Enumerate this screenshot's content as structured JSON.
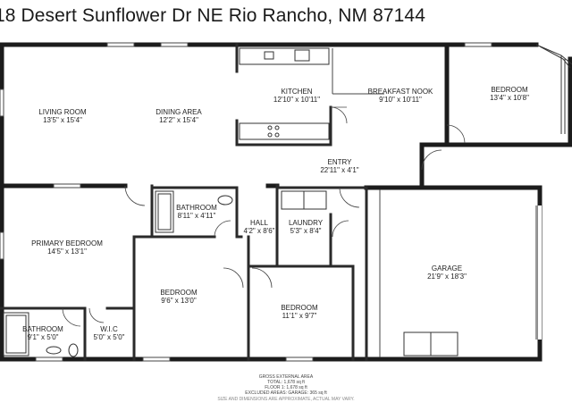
{
  "title": "18 Desert Sunflower Dr NE Rio Rancho, NM 87144",
  "rooms": {
    "living_room": {
      "name": "LIVING ROOM",
      "dims": "13'5\" x 15'4\""
    },
    "dining_area": {
      "name": "DINING AREA",
      "dims": "12'2\" x 15'4\""
    },
    "kitchen": {
      "name": "KITCHEN",
      "dims": "12'10\" x 10'11\""
    },
    "breakfast_nook": {
      "name": "BREAKFAST NOOK",
      "dims": "9'10\" x 10'11\""
    },
    "bedroom_ne": {
      "name": "BEDROOM",
      "dims": "13'4\" x 10'8\""
    },
    "entry": {
      "name": "ENTRY",
      "dims": "22'11\" x 4'1\""
    },
    "bathroom_hall": {
      "name": "BATHROOM",
      "dims": "8'11\" x 4'11\""
    },
    "hall": {
      "name": "HALL",
      "dims": "4'2\" x 8'6\""
    },
    "laundry": {
      "name": "LAUNDRY",
      "dims": "5'3\" x 8'4\""
    },
    "primary_bedroom": {
      "name": "PRIMARY BEDROOM",
      "dims": "14'5\" x 13'1\""
    },
    "bedroom_mid": {
      "name": "BEDROOM",
      "dims": "9'6\" x 13'0\""
    },
    "bedroom_south": {
      "name": "BEDROOM",
      "dims": "11'1\" x 9'7\""
    },
    "garage": {
      "name": "GARAGE",
      "dims": "21'9\" x 18'3\""
    },
    "bathroom_primary": {
      "name": "BATHROOM",
      "dims": "9'1\" x 5'0\""
    },
    "wic": {
      "name": "W.I.C",
      "dims": "5'0\" x 5'0\""
    }
  },
  "footer": {
    "heading": "GROSS EXTERNAL AREA",
    "total": "TOTAL: 1,678 sq ft",
    "floor1": "FLOOR 1: 1,678 sq ft",
    "excluded": "EXCLUDED AREAS: GARAGE: 365 sq ft",
    "disclaimer": "SIZE AND DIMENSIONS ARE APPROXIMATE, ACTUAL MAY VARY."
  }
}
